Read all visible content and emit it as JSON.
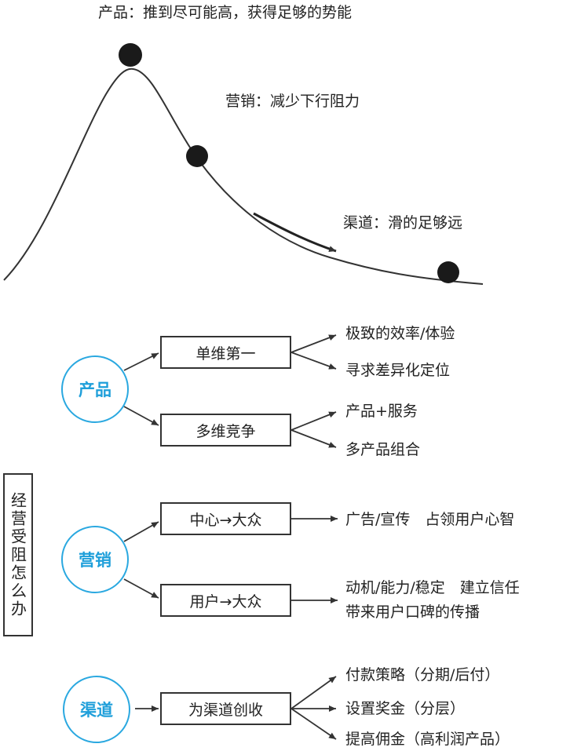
{
  "curve": {
    "product_label": "产品：推到尽可能高，获得足够的势能",
    "marketing_label": "营销：减少下行阻力",
    "channel_label": "渠道：滑的足够远"
  },
  "side_title": "经营受阻怎么办",
  "product": {
    "circle": "产品",
    "box1": "单维第一",
    "box1_out": [
      "极致的效率/体验",
      "寻求差异化定位"
    ],
    "box2": "多维竞争",
    "box2_out": [
      "产品+服务",
      "多产品组合"
    ]
  },
  "marketing": {
    "circle": "营销",
    "box1": "中心→大众",
    "box1_out": "广告/宣传　占领用户心智",
    "box2": "用户→大众",
    "box2_out": [
      "动机/能力/稳定　建立信任",
      "带来用户口碑的传播"
    ]
  },
  "channel": {
    "circle": "渠道",
    "box": "为渠道创收",
    "box_out": [
      "付款策略（分期/后付）",
      "设置奖金（分层）",
      "提高佣金（高利润产品）"
    ]
  }
}
